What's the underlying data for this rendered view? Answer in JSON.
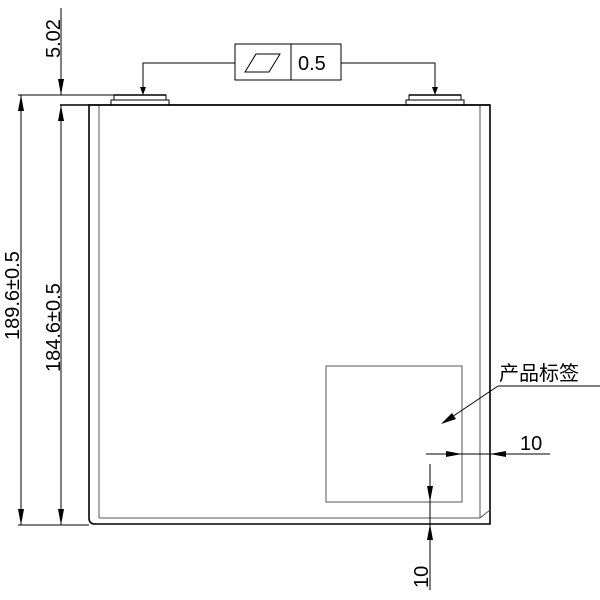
{
  "drawing": {
    "type": "battery cell front view technical drawing",
    "dimensions": {
      "terminal_height": "5.02",
      "overall_height": "189.6±0.5",
      "body_height": "184.6±0.5",
      "label_offset_right": "10",
      "label_offset_bottom": "10"
    },
    "tolerance_frame": {
      "symbol": "flatness-parallelogram-icon",
      "value": "0.5"
    },
    "callouts": {
      "product_label": "产品标签"
    }
  }
}
